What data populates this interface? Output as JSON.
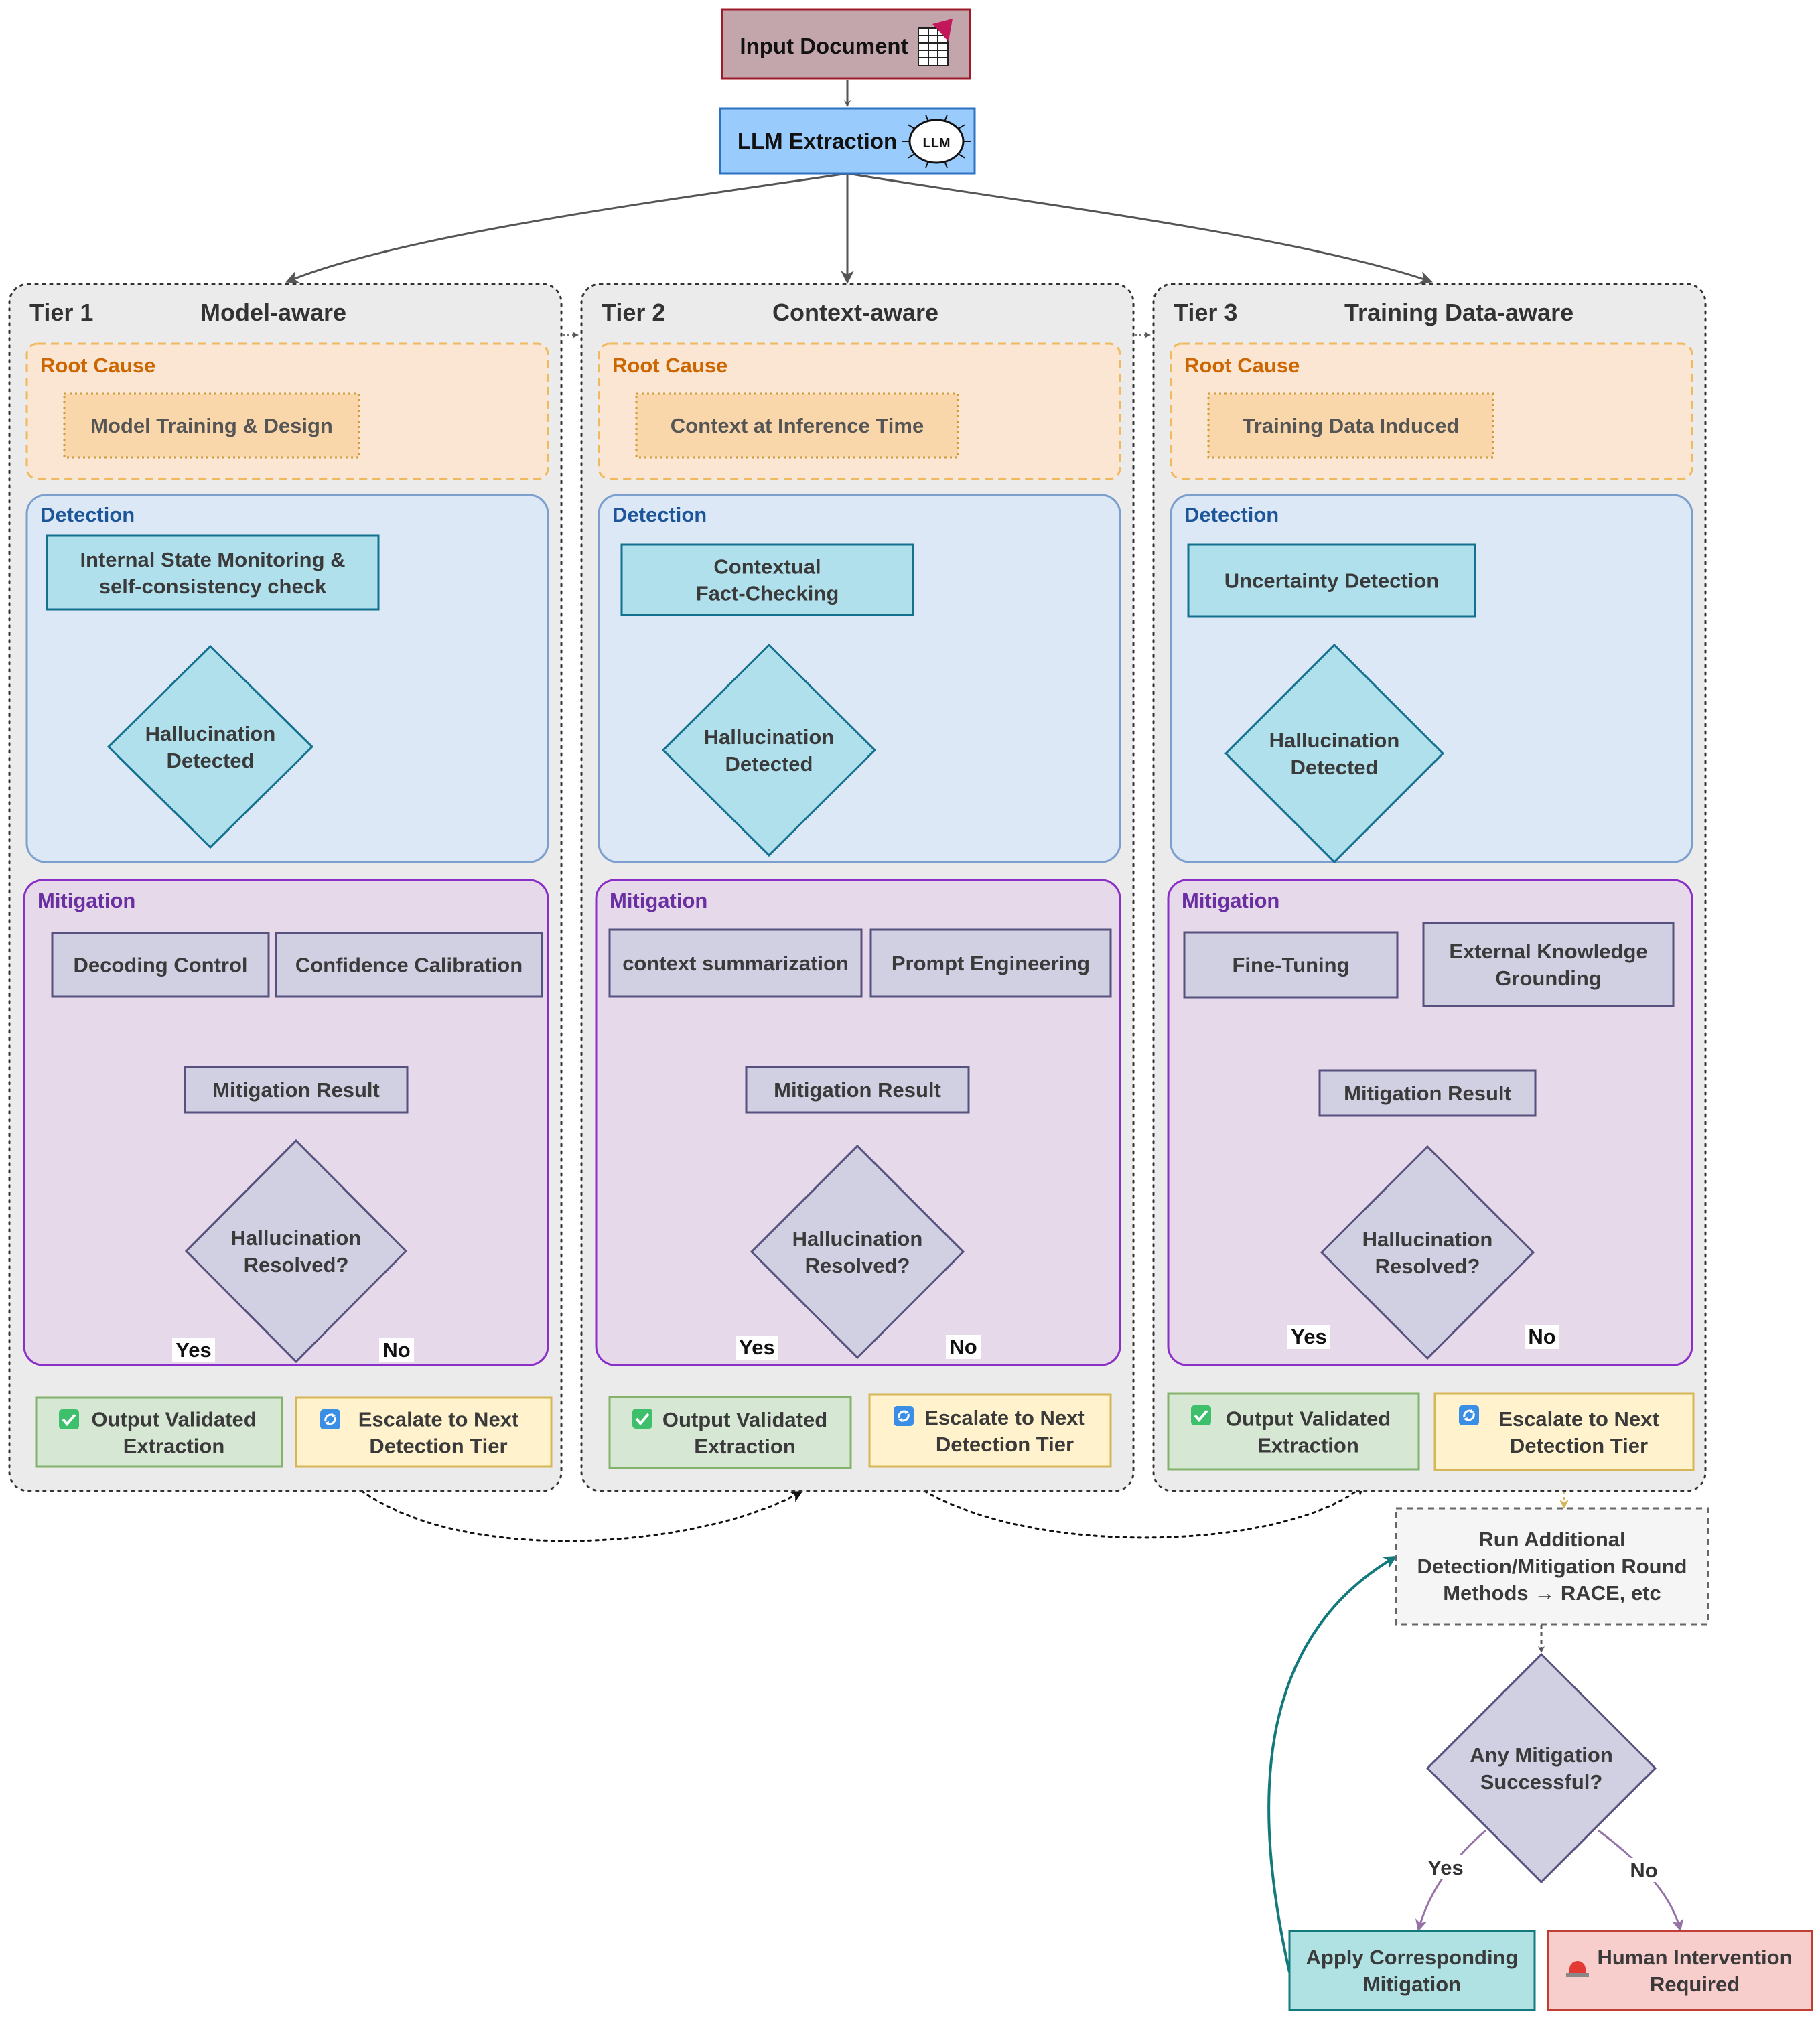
{
  "top": {
    "input_document": "Input Document",
    "llm_extraction": "LLM Extraction",
    "llm_icon_text": "LLM"
  },
  "section_labels": {
    "root_cause": "Root Cause",
    "detection": "Detection",
    "mitigation": "Mitigation"
  },
  "tiers": [
    {
      "tier": "Tier 1",
      "name": "Model-aware",
      "root_cause": "Model Training & Design",
      "detection_method": [
        "Internal State Monitoring &",
        "self-consistency check"
      ],
      "detected_question": [
        "Hallucination",
        "Detected"
      ],
      "mitigation_a": [
        "Decoding Control"
      ],
      "mitigation_b": [
        "Confidence Calibration"
      ],
      "mitigation_result": "Mitigation Result",
      "resolved_question": [
        "Hallucination",
        "Resolved?"
      ],
      "yes": "Yes",
      "no": "No",
      "output": [
        "Output Validated",
        "Extraction"
      ],
      "escalate": [
        "Escalate to Next",
        "Detection Tier"
      ]
    },
    {
      "tier": "Tier 2",
      "name": "Context-aware",
      "root_cause": "Context at Inference Time",
      "detection_method": [
        "Contextual",
        "Fact-Checking"
      ],
      "detected_question": [
        "Hallucination",
        "Detected"
      ],
      "mitigation_a": [
        "context summarization"
      ],
      "mitigation_b": [
        "Prompt Engineering"
      ],
      "mitigation_result": "Mitigation Result",
      "resolved_question": [
        "Hallucination",
        "Resolved?"
      ],
      "yes": "Yes",
      "no": "No",
      "output": [
        "Output Validated",
        "Extraction"
      ],
      "escalate": [
        "Escalate to Next",
        "Detection Tier"
      ]
    },
    {
      "tier": "Tier 3",
      "name": "Training Data-aware",
      "root_cause": "Training Data Induced",
      "detection_method": [
        "Uncertainty Detection"
      ],
      "detected_question": [
        "Hallucination",
        "Detected"
      ],
      "mitigation_a": [
        "Fine-Tuning"
      ],
      "mitigation_b": [
        "External Knowledge",
        "Grounding"
      ],
      "mitigation_result": "Mitigation Result",
      "resolved_question": [
        "Hallucination",
        "Resolved?"
      ],
      "yes": "Yes",
      "no": "No",
      "output": [
        "Output Validated",
        "Extraction"
      ],
      "escalate": [
        "Escalate to Next",
        "Detection Tier"
      ]
    }
  ],
  "final": {
    "additional_round": [
      "Run Additional",
      "Detection/Mitigation Round",
      "Methods → RACE, etc"
    ],
    "any_success": [
      "Any Mitigation",
      "Successful?"
    ],
    "yes": "Yes",
    "no": "No",
    "apply": [
      "Apply Corresponding",
      "Mitigation"
    ],
    "human": [
      "Human Intervention",
      "Required"
    ]
  },
  "icons": {
    "document": "spreadsheet-document-icon",
    "brain": "brain-circuit-icon",
    "check": "check-mark-icon",
    "refresh": "refresh-arrows-icon",
    "alarm": "alarm-siren-icon"
  },
  "colors": {
    "tier_bg": "#ebebeb",
    "root_bg": "#fbe5d3",
    "root_border": "#f0b95d",
    "root_text": "#cc6600",
    "root_box": "#fad7ab",
    "detect_bg": "#dde8f7",
    "detect_border": "#7d9fcd",
    "detect_text": "#1c5698",
    "node_blue": "#b1e0ed",
    "node_blue_border": "#13718f",
    "mitig_bg": "#e6d9ea",
    "mitig_border": "#8b2fc9",
    "mitig_text": "#6a2fa1",
    "node_purple": "#d1cfe2",
    "node_purple_border": "#56517e",
    "green_bg": "#d6e7d4",
    "green_border": "#83b36b",
    "yellow_bg": "#fff2cc",
    "yellow_border": "#d6b656",
    "input_bg": "#c3a6ac",
    "input_border": "#a01b2a",
    "llm_bg": "#9acbfd",
    "llm_border": "#2d71c0",
    "teal_bg": "#b0e1e3",
    "teal_border": "#127a7d",
    "red_bg": "#f7cecc",
    "red_border": "#c23d33"
  }
}
